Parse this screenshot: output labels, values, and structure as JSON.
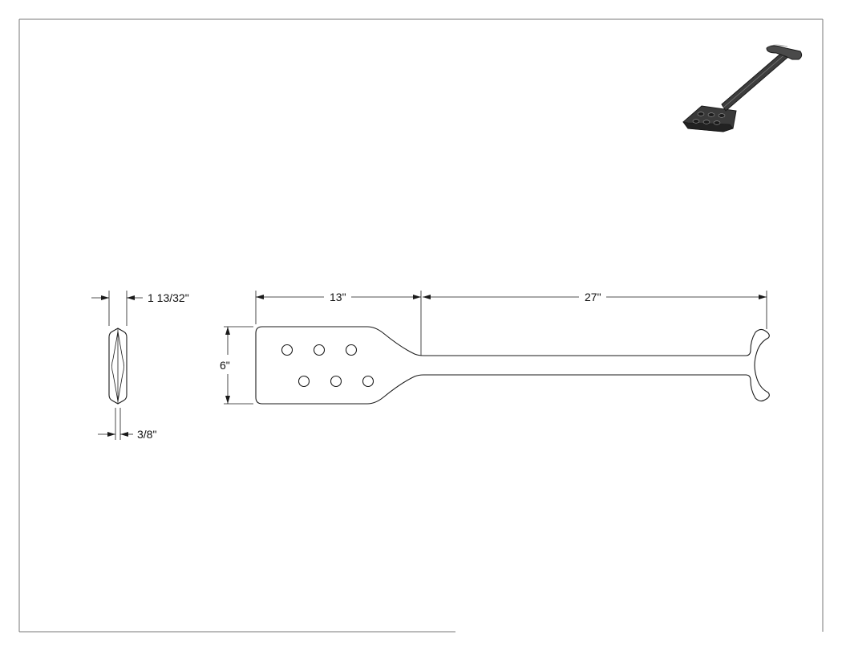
{
  "drawing": {
    "dimensions": {
      "overall_thickness": "1 13/32\"",
      "blade_thickness": "3/8\"",
      "blade_length": "13\"",
      "handle_length": "27\"",
      "blade_width": "6\""
    },
    "views": [
      "side-view",
      "front-view",
      "isometric-view"
    ],
    "blade_holes": 6,
    "ink_color": "#1a1a1a",
    "iso_fill_color": "#3a3a3a",
    "frame_color": "#777777"
  }
}
